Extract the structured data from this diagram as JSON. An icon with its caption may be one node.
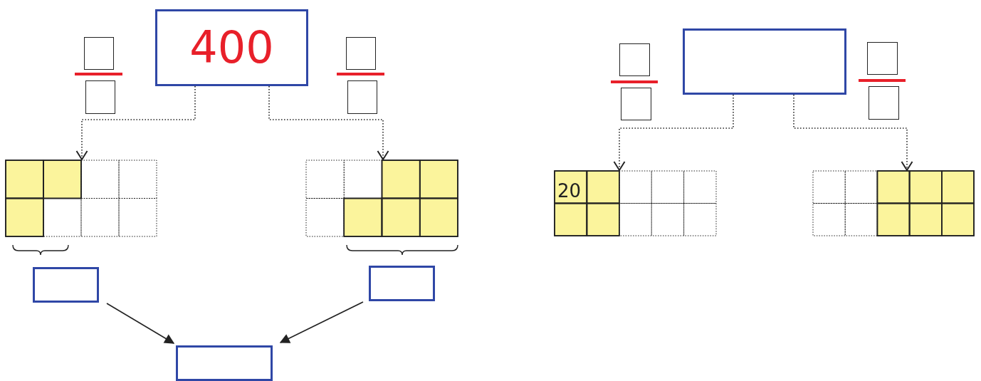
{
  "diagram": {
    "nodes": [
      {
        "text": [],
        "shape": "box"
      },
      {
        "text": [
          "400"
        ]
      },
      {
        "text": [],
        "shape": "box"
      },
      {
        "text": [],
        "shape": "box"
      },
      {
        "text": [],
        "shape": "box"
      },
      {
        "text": [],
        "shape": "grid"
      },
      {
        "text": [],
        "shape": "grid"
      },
      {
        "text": [],
        "shape": "box"
      },
      {
        "text": [],
        "shape": "box"
      },
      {
        "text": [],
        "shape": "box"
      },
      {
        "text": [],
        "shape": "box"
      },
      {
        "text": [],
        "shape": "box"
      },
      {
        "text": [],
        "shape": "box"
      },
      {
        "text": [],
        "shape": "box"
      },
      {
        "text": [],
        "shape": "box"
      },
      {
        "text": [],
        "shape": "grid"
      },
      {
        "text": [],
        "shape": "grid"
      }
    ],
    "edges": [
      {
        "from": 1,
        "to": 5,
        "arrow": "to",
        "style": "dashed"
      },
      {
        "from": 1,
        "to": 6,
        "arrow": "to",
        "style": "dashed"
      },
      {
        "from": 7,
        "to": 9,
        "arrow": "to"
      },
      {
        "from": 8,
        "to": 9,
        "arrow": "to"
      },
      {
        "from": 11,
        "to": 15,
        "arrow": "to",
        "style": "dashed"
      },
      {
        "from": 11,
        "to": 16,
        "arrow": "to",
        "style": "dashed"
      }
    ],
    "labels": [
      "20"
    ]
  }
}
